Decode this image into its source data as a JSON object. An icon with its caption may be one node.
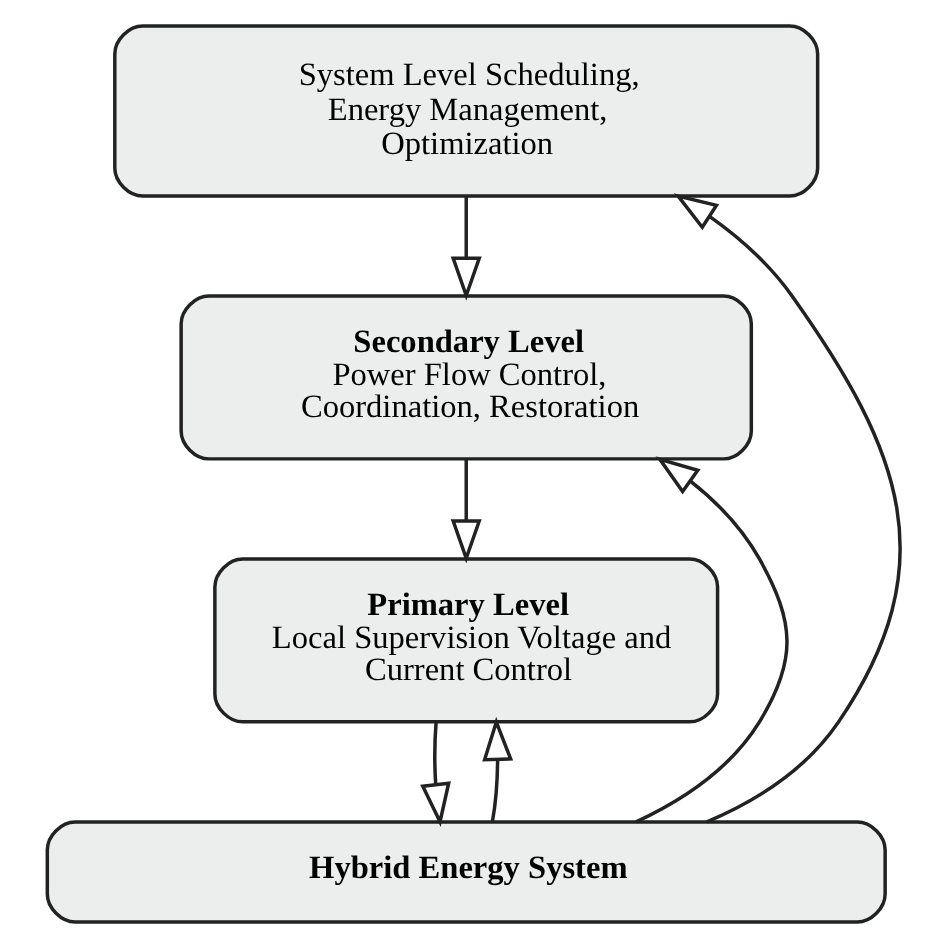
{
  "diagram": {
    "nodes": [
      {
        "text": [
          "System Level Scheduling, Energy Management, Optimization"
        ]
      },
      {
        "text": [
          "Secondary Level",
          "Power Flow Control, Coordination, Restoration"
        ]
      },
      {
        "text": [
          "Primary Level",
          "Local Supervision Voltage and Current Control"
        ]
      },
      {
        "text": [
          "Hybrid Energy System"
        ]
      }
    ],
    "edges": [
      {
        "from": 0,
        "to": 1,
        "arrow": "to"
      },
      {
        "from": 1,
        "to": 2,
        "arrow": "to"
      },
      {
        "from": 2,
        "to": 3,
        "arrow": "to"
      },
      {
        "from": 3,
        "to": 2,
        "arrow": "to"
      },
      {
        "from": 3,
        "to": 1,
        "arrow": "to"
      },
      {
        "from": 3,
        "to": 0,
        "arrow": "to"
      }
    ]
  }
}
